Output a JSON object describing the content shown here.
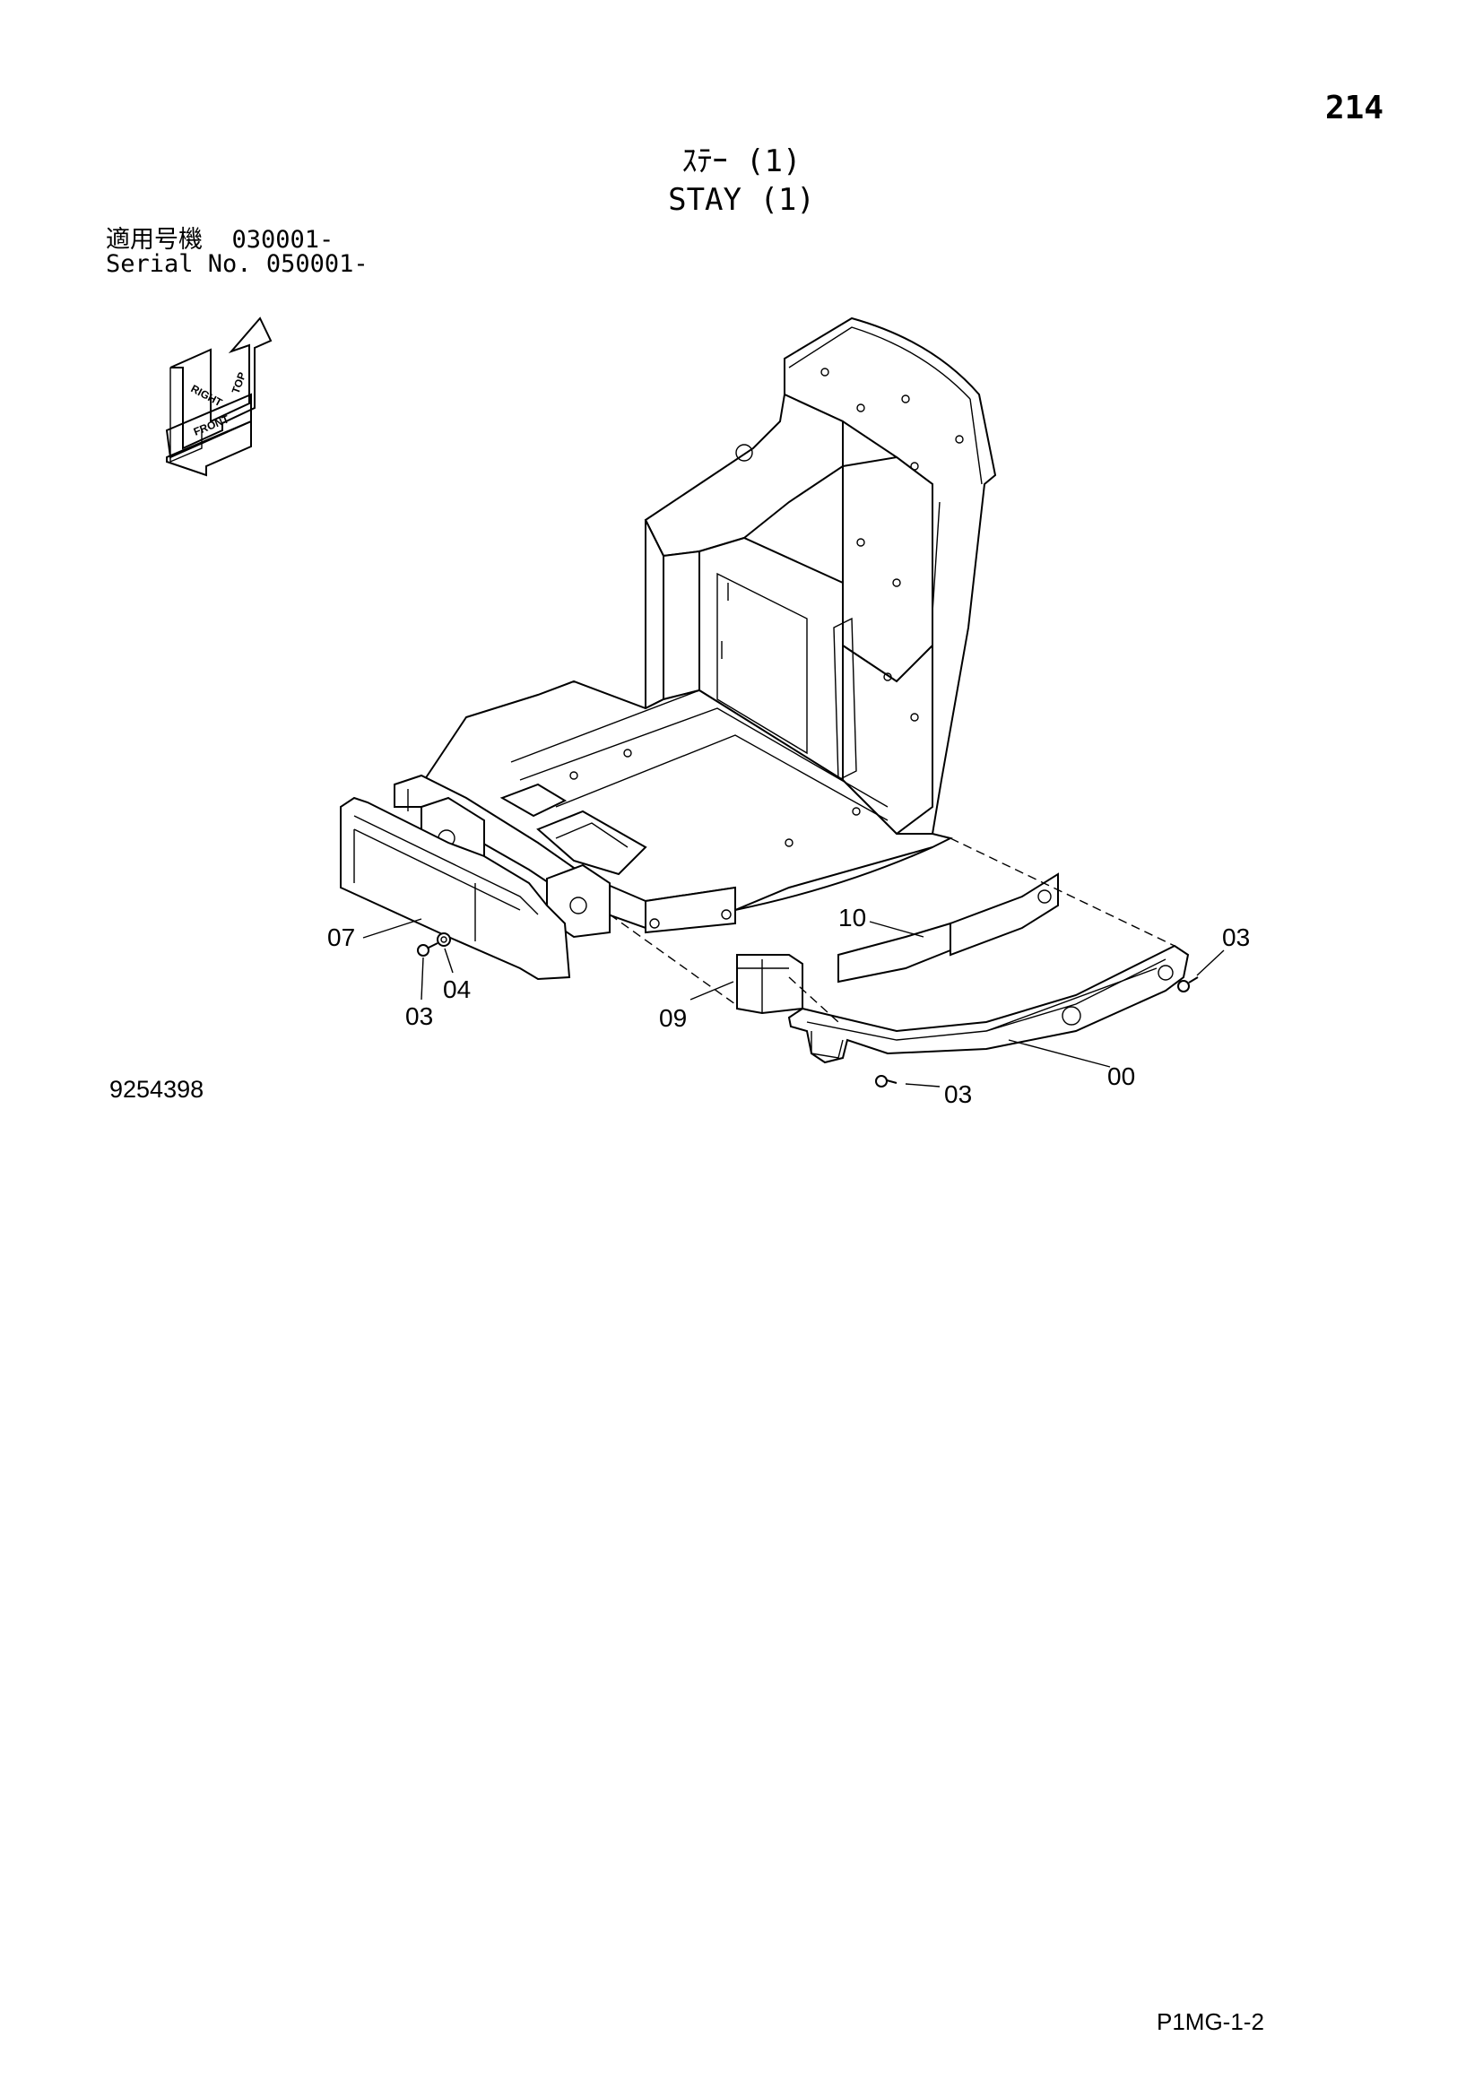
{
  "header": {
    "page_number": "214",
    "title_ja": "ｽﾃｰ (1)",
    "title_en": "STAY (1)",
    "serial_ja_label": "適用号機",
    "serial_ja_value": "030001-",
    "serial_en_label": "Serial No.",
    "serial_en_value": "050001-"
  },
  "orientation": {
    "top": "TOP",
    "right": "RIGHT",
    "front": "FRONT"
  },
  "callouts": {
    "p07": "07",
    "p04": "04",
    "p03a": "03",
    "p10": "10",
    "p09": "09",
    "p03b": "03",
    "p00": "00",
    "p03c": "03"
  },
  "footer": {
    "doc_number": "9254398",
    "page_code": "P1MG-1-2"
  }
}
